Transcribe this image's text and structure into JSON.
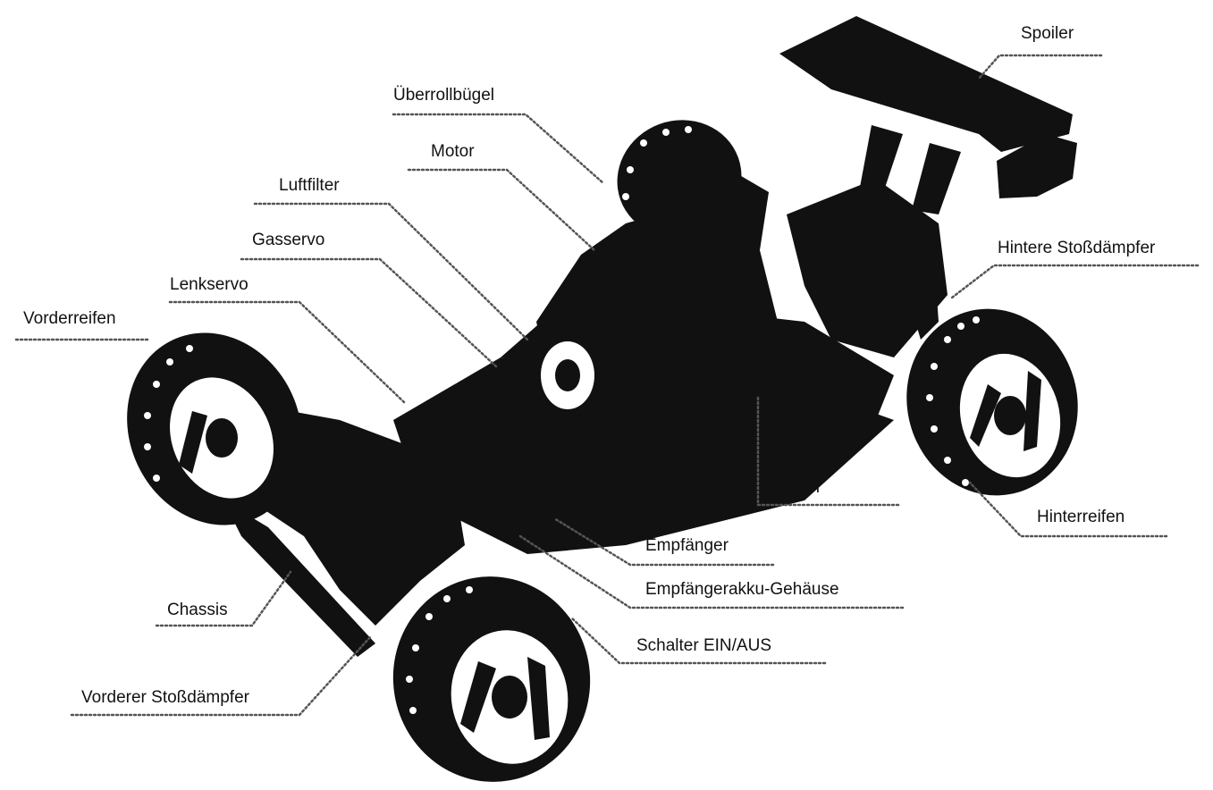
{
  "labels": {
    "spoiler": "Spoiler",
    "ueberrollbuegel": "Überrollbügel",
    "motor": "Motor",
    "luftfilter": "Luftfilter",
    "gasservo": "Gasservo",
    "lenkservo": "Lenkservo",
    "vorderreifen": "Vorderreifen",
    "hintere_stossdaempfer": "Hintere Stoßdämpfer",
    "starter": "Starter",
    "hinterreifen": "Hinterreifen",
    "empfaenger": "Empfänger",
    "empfaengerakku_gehaeuse": "Empfängerakku-Gehäuse",
    "schalter": "Schalter EIN/AUS",
    "chassis": "Chassis",
    "vorderer_stossdaempfer": "Vorderer Stoßdämpfer"
  },
  "colors": {
    "ink": "#111111",
    "leader": "#555555",
    "background": "#ffffff"
  }
}
